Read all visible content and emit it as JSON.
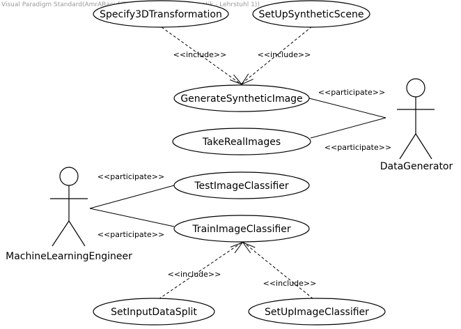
{
  "watermark": "Visual Paradigm Standard(AmrARaouf(TUM - Institut fuer Informatik - Lehrstuhl 1))",
  "use_cases": {
    "specify3d": "Specify3DTransformation",
    "setup_scene": "SetUpSyntheticScene",
    "generate_image": "GenerateSyntheticImage",
    "take_real": "TakeRealImages",
    "test_classifier": "TestImageClassifier",
    "train_classifier": "TrainImageClassifier",
    "set_input_split": "SetInputDataSplit",
    "setup_classifier": "SetUpImageClassifier"
  },
  "actors": {
    "data_generator": "DataGenerator",
    "ml_engineer": "MachineLearningEngineer"
  },
  "relations": {
    "include_1": "<<include>>",
    "include_2": "<<include>>",
    "include_3": "<<include>>",
    "include_4": "<<include>>",
    "participate_dg_1": "<<participate>>",
    "participate_dg_2": "<<participate>>",
    "participate_ml_1": "<<participate>>",
    "participate_ml_2": "<<participate>>"
  }
}
